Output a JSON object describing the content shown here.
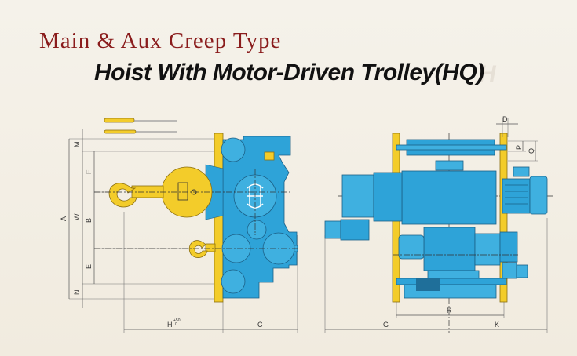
{
  "header": {
    "title": "Main & Aux Creep Type",
    "subtitle": "Hoist With Motor-Driven Trolley(HQ)"
  },
  "side_view": {
    "dimension_labels": {
      "A": "A",
      "W": "W",
      "M": "M",
      "F": "F",
      "B": "B",
      "E": "E",
      "N": "N",
      "H": "H",
      "H_tolerance_upper": "+50",
      "H_tolerance_lower": "0",
      "C": "C"
    }
  },
  "front_view": {
    "dimension_labels": {
      "D": "D",
      "P": "P",
      "Q": "Q",
      "R": "R",
      "G": "G",
      "K": "K"
    }
  },
  "colors": {
    "title": "#8a1c1c",
    "machine_blue": "#2ea3d8",
    "hook_yellow": "#f3cc2a",
    "background": "#f2ede2"
  }
}
